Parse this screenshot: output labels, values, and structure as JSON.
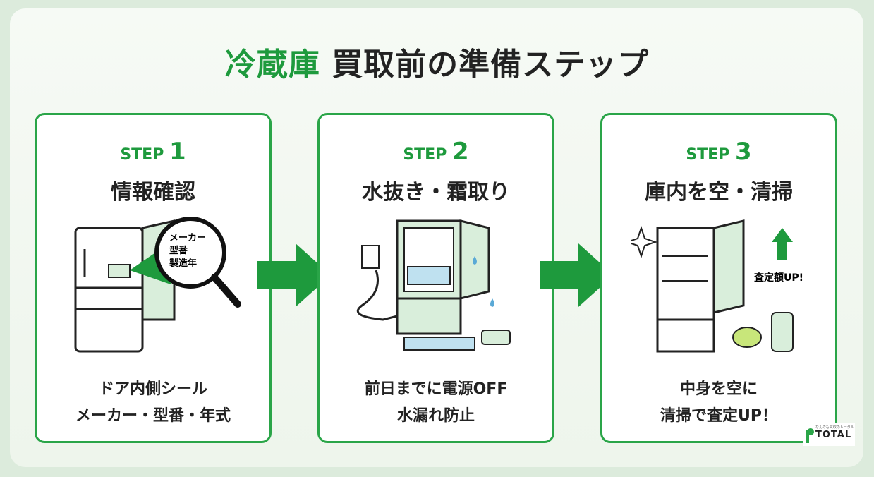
{
  "title": {
    "part1": "冷蔵庫",
    "part2": " 買取前の準備ステップ"
  },
  "steps": [
    {
      "label": "STEP",
      "num": "1",
      "name": "情報確認",
      "desc": [
        "ドア内側シール",
        "メーカー・型番・年式"
      ],
      "magnifier": [
        "メーカー",
        "型番",
        "製造年"
      ]
    },
    {
      "label": "STEP",
      "num": "2",
      "name": "水抜き・霜取り",
      "desc": [
        "前日までに電源OFF",
        "水漏れ防止"
      ]
    },
    {
      "label": "STEP",
      "num": "3",
      "name": "庫内を空・清掃",
      "desc": [
        "中身を空に",
        "清掃で査定UP！"
      ],
      "badge": "査定額UP!"
    }
  ],
  "logo": {
    "small": "なんでも買取のトータル",
    "name": "TOTAL"
  },
  "colors": {
    "accent": "#1e9a3d",
    "border": "#2aa548",
    "fridge": "#d9eedb"
  }
}
